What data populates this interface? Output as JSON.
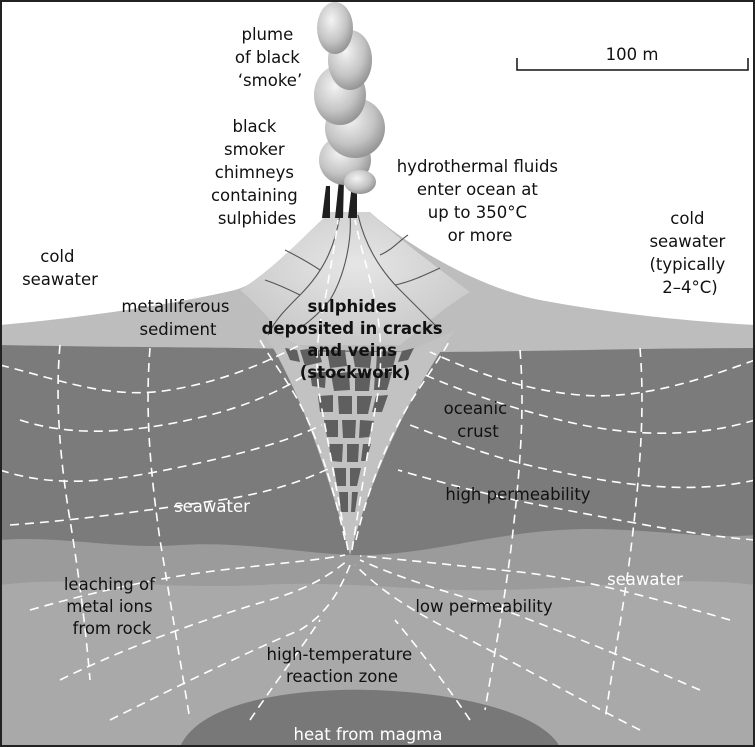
{
  "labels": {
    "plume": [
      "plume",
      "of black",
      "‘smoke’"
    ],
    "chimneys": [
      "black",
      "smoker",
      "chimneys",
      "containing",
      "sulphides"
    ],
    "fluids": [
      "hydrothermal fluids",
      "enter ocean at",
      "up to 350°C",
      "or more"
    ],
    "cold_left": [
      "cold",
      "seawater"
    ],
    "cold_right": [
      "cold",
      "seawater",
      "(typically",
      "2–4°C)"
    ],
    "sediment": [
      "metalliferous",
      "sediment"
    ],
    "sulphides": [
      "sulphides",
      "deposited in cracks",
      "and veins",
      "(stockwork)"
    ],
    "crust": [
      "oceanic",
      "crust"
    ],
    "high_perm": "high permeability",
    "low_perm": "low permeability",
    "seawater_left": "seawater",
    "seawater_right": "seawater",
    "leaching": [
      "leaching of",
      "metal ions",
      "from rock"
    ],
    "reaction": [
      "high-temperature",
      "reaction zone"
    ],
    "magma": "heat from magma",
    "scale": "100 m"
  },
  "colors": {
    "water": "#ffffff",
    "sediment": "#bdbdbd",
    "mound": "#d0d0d0",
    "upper_crust": "#7a7a7a",
    "lower_crust": "#9a9a9a",
    "deep_zone": "#aaaaaa",
    "magma": "#787878",
    "flow_lines": "#ffffff"
  }
}
